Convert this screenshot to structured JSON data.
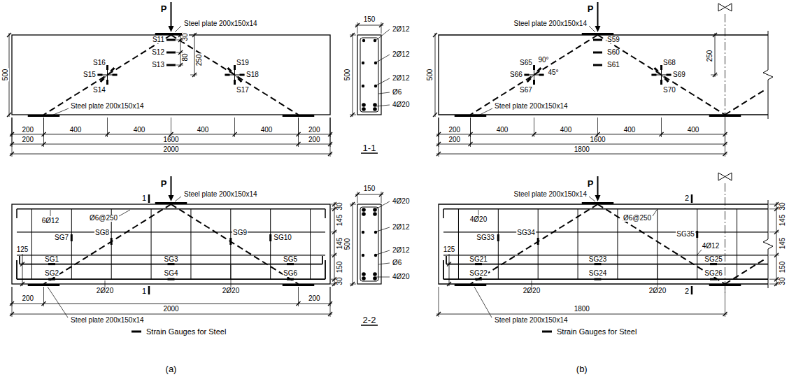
{
  "diagram": {
    "labels": [
      "P",
      "Steel plate 200x150x14",
      "30",
      "S11",
      "S12",
      "S13",
      "80",
      "250",
      "500",
      "S16",
      "S15",
      "S14",
      "S19",
      "S18",
      "S17",
      "Steel plate 200x150x14",
      "200",
      "400",
      "400",
      "400",
      "400",
      "200",
      "200",
      "1600",
      "200",
      "2000",
      "150",
      "2Ø12",
      "2Ø12",
      "2Ø12",
      "Ø6",
      "4Ø20",
      "500",
      "1-1",
      "Steel plate 200x150x14",
      "P",
      "S59",
      "S60",
      "S61",
      "250",
      "500",
      "S65",
      "S66",
      "S67",
      "90°",
      "45°",
      "S68",
      "S69",
      "S70",
      "Steel plate 200x150x14",
      "200",
      "400",
      "400",
      "400",
      "400",
      "200",
      "1600",
      "1800",
      "P",
      "Steel plate 200x150x14",
      "1",
      "6Ø12",
      "Ø6@250",
      "SG7",
      "SG8",
      "SG9",
      "SG10",
      "125",
      "SG1",
      "SG2",
      "SG3",
      "SG4",
      "SG5",
      "SG6",
      "2Ø20",
      "2Ø20",
      "Steel plate 200x150x14",
      "200",
      "200",
      "2000",
      "30",
      "145",
      "145",
      "150",
      "30",
      "150",
      "4Ø20",
      "2Ø12",
      "2Ø12",
      "Ø6",
      "4Ø20",
      "500",
      "2-2",
      "Steel plate 200x150x14",
      "4Ø20",
      "P",
      "2",
      "Ø6@250",
      "30",
      "145",
      "145",
      "150",
      "30",
      "4Ø12",
      "SG33",
      "SG34",
      "SG35",
      "125",
      "SG21",
      "SG22",
      "SG23",
      "SG24",
      "SG25",
      "SG26",
      "2Ø20",
      "2Ø20",
      "Steel plate 200x150x14",
      "1800",
      "2",
      "1",
      "(a)",
      "(b)"
    ],
    "legend": [
      {
        "text": "Strain Gauges for Steel"
      },
      {
        "text": "Strain Gauges for Steel"
      }
    ]
  }
}
